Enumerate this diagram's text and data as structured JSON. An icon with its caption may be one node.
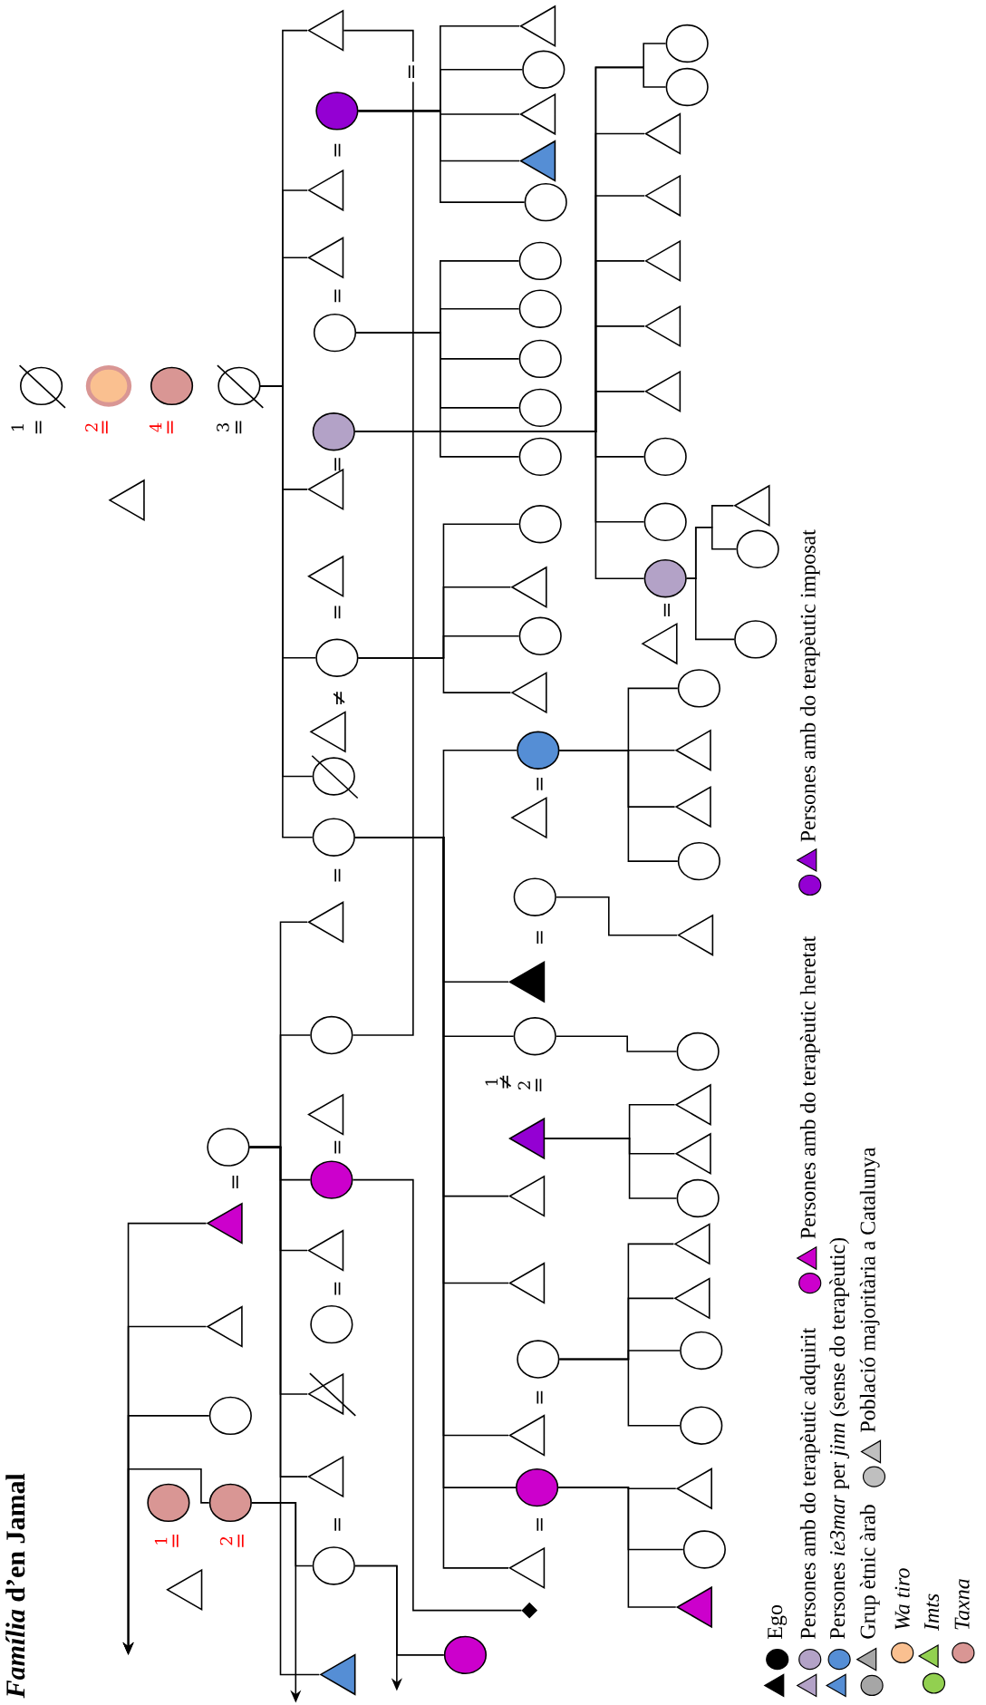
{
  "diagram": {
    "title": "*Família* d’en Jamal",
    "nodes": [
      {
        "text": [],
        "shape": "triangle"
      },
      {
        "text": [],
        "shape": "circle",
        "beside": [
          "1",
          "="
        ]
      },
      {
        "text": [],
        "shape": "circle",
        "beside": [
          "2",
          "="
        ]
      },
      {
        "text": [],
        "shape": "circle",
        "beside": [
          "4",
          "="
        ]
      },
      {
        "text": [],
        "shape": "circle",
        "beside": [
          "3",
          "="
        ]
      },
      {
        "text": [],
        "shape": "triangle"
      },
      {
        "text": [],
        "shape": "circle",
        "beside": [
          "1",
          "="
        ]
      },
      {
        "text": [],
        "shape": "circle",
        "beside": [
          "2",
          "="
        ]
      },
      {
        "text": [],
        "shape": "circle"
      },
      {
        "text": [],
        "shape": "triangle"
      },
      {
        "text": [],
        "shape": "triangle"
      },
      {
        "text": [],
        "shape": "circle",
        "beside": [
          "="
        ]
      },
      {
        "text": [],
        "shape": "triangle"
      },
      {
        "text": [],
        "shape": "circle",
        "beside": [
          "="
        ]
      },
      {
        "text": [],
        "shape": "triangle"
      },
      {
        "text": [],
        "shape": "triangle"
      },
      {
        "text": [],
        "shape": "circle",
        "beside": [
          "="
        ]
      },
      {
        "text": [],
        "shape": "circle"
      },
      {
        "text": [],
        "shape": "triangle",
        "beside": [
          "="
        ]
      },
      {
        "text": [],
        "shape": "triangle",
        "beside": [
          "="
        ]
      },
      {
        "text": [],
        "shape": "circle"
      },
      {
        "text": [],
        "shape": "triangle",
        "beside": [
          "≠"
        ]
      },
      {
        "text": [],
        "shape": "circle"
      },
      {
        "text": [],
        "shape": "circle",
        "beside": [
          "="
        ]
      },
      {
        "text": [],
        "shape": "triangle"
      },
      {
        "text": [],
        "shape": "circle"
      },
      {
        "text": [],
        "shape": "triangle",
        "beside": [
          "="
        ]
      },
      {
        "text": [],
        "shape": "circle"
      },
      {
        "text": [],
        "shape": "triangle"
      },
      {
        "text": [],
        "shape": "circle",
        "beside": [
          "="
        ]
      },
      {
        "text": [],
        "shape": "triangle"
      },
      {
        "text": [],
        "shape": "triangle"
      },
      {
        "text": [],
        "shape": "circle",
        "beside": [
          "="
        ]
      },
      {
        "text": [],
        "shape": "triangle"
      },
      {
        "text": [],
        "shape": "circle"
      },
      {
        "text": [],
        "shape": "triangle"
      },
      {
        "text": [],
        "shape": "circle"
      },
      {
        "text": [],
        "shape": "triangle"
      },
      {
        "text": [],
        "shape": "triangle"
      },
      {
        "text": [],
        "shape": "circle"
      },
      {
        "text": [],
        "shape": "circle"
      },
      {
        "text": [],
        "shape": "circle"
      },
      {
        "text": [],
        "shape": "circle"
      },
      {
        "text": [],
        "shape": "circle"
      },
      {
        "text": [],
        "shape": "circle"
      },
      {
        "text": [],
        "shape": "circle"
      },
      {
        "text": [],
        "shape": "triangle"
      },
      {
        "text": [],
        "shape": "circle"
      },
      {
        "text": [],
        "shape": "triangle"
      },
      {
        "text": [],
        "shape": "circle"
      },
      {
        "text": [],
        "shape": "triangle",
        "beside": [
          "="
        ]
      },
      {
        "text": [],
        "shape": "circle",
        "beside": [
          "="
        ]
      },
      {
        "text": [],
        "shape": "triangle"
      },
      {
        "text": [],
        "shape": "circle",
        "beside": [
          "1",
          "≠",
          "2",
          "="
        ]
      },
      {
        "text": [],
        "shape": "triangle"
      },
      {
        "text": [],
        "shape": "triangle"
      },
      {
        "text": [],
        "shape": "triangle"
      },
      {
        "text": [],
        "shape": "circle",
        "beside": [
          "="
        ]
      },
      {
        "text": [],
        "shape": "triangle"
      },
      {
        "text": [],
        "shape": "circle",
        "beside": [
          "="
        ]
      },
      {
        "text": [],
        "shape": "triangle"
      },
      {
        "text": [],
        "shape": "diamond"
      },
      {
        "text": [],
        "shape": "circle"
      },
      {
        "text": [],
        "shape": "circle"
      },
      {
        "text": [],
        "shape": "triangle"
      },
      {
        "text": [],
        "shape": "triangle"
      },
      {
        "text": [],
        "shape": "triangle"
      },
      {
        "text": [],
        "shape": "triangle"
      },
      {
        "text": [],
        "shape": "triangle"
      },
      {
        "text": [],
        "shape": "circle"
      },
      {
        "text": [],
        "shape": "circle"
      },
      {
        "text": [],
        "shape": "circle"
      },
      {
        "text": [],
        "shape": "triangle",
        "beside": [
          "="
        ]
      },
      {
        "text": [],
        "shape": "triangle"
      },
      {
        "text": [],
        "shape": "circle"
      },
      {
        "text": [],
        "shape": "circle"
      },
      {
        "text": [],
        "shape": "circle"
      },
      {
        "text": [],
        "shape": "triangle"
      },
      {
        "text": [],
        "shape": "triangle"
      },
      {
        "text": [],
        "shape": "circle"
      },
      {
        "text": [],
        "shape": "triangle"
      },
      {
        "text": [],
        "shape": "circle"
      },
      {
        "text": [],
        "shape": "triangle"
      },
      {
        "text": [],
        "shape": "triangle"
      },
      {
        "text": [],
        "shape": "circle"
      },
      {
        "text": [],
        "shape": "triangle"
      },
      {
        "text": [],
        "shape": "triangle"
      },
      {
        "text": [],
        "shape": "circle"
      },
      {
        "text": [],
        "shape": "circle"
      },
      {
        "text": [],
        "shape": "triangle"
      },
      {
        "text": [],
        "shape": "circle"
      },
      {
        "text": [],
        "shape": "triangle"
      }
    ],
    "edges": [
      {
        "from": 4,
        "to": 12,
        "arrow": "none"
      },
      {
        "from": 4,
        "to": 14,
        "arrow": "none"
      },
      {
        "from": 4,
        "to": 15,
        "arrow": "none"
      },
      {
        "from": 4,
        "to": 18,
        "arrow": "none"
      },
      {
        "from": 4,
        "to": 20,
        "arrow": "none"
      },
      {
        "from": 4,
        "to": 22,
        "arrow": "none"
      },
      {
        "from": 4,
        "to": 23,
        "arrow": "none"
      },
      {
        "from": 11,
        "to": 24,
        "arrow": "none"
      },
      {
        "from": 11,
        "to": 25,
        "arrow": "none"
      },
      {
        "from": 11,
        "to": 27,
        "arrow": "none"
      },
      {
        "from": 11,
        "to": 28,
        "arrow": "none"
      },
      {
        "from": 11,
        "to": 30,
        "arrow": "none"
      },
      {
        "from": 11,
        "to": 31,
        "arrow": "none"
      },
      {
        "from": 11,
        "to": 33,
        "arrow": "none"
      },
      {
        "from": 10,
        "to": null,
        "arrow": "to"
      },
      {
        "from": 9,
        "to": null,
        "arrow": "to"
      },
      {
        "from": 8,
        "to": null,
        "arrow": "to"
      },
      {
        "from": 7,
        "to": null,
        "arrow": "to"
      },
      {
        "from": 7,
        "to": 32,
        "arrow": "none"
      },
      {
        "from": 7,
        "to": null,
        "arrow": "to"
      },
      {
        "from": 12,
        "to": 25,
        "arrow": "none",
        "label": "="
      },
      {
        "from": 13,
        "to": 35,
        "arrow": "none"
      },
      {
        "from": 13,
        "to": 36,
        "arrow": "none"
      },
      {
        "from": 13,
        "to": 37,
        "arrow": "none"
      },
      {
        "from": 13,
        "to": 38,
        "arrow": "none"
      },
      {
        "from": 13,
        "to": 39,
        "arrow": "none"
      },
      {
        "from": 16,
        "to": 40,
        "arrow": "none"
      },
      {
        "from": 16,
        "to": 41,
        "arrow": "none"
      },
      {
        "from": 16,
        "to": 42,
        "arrow": "none"
      },
      {
        "from": 16,
        "to": 43,
        "arrow": "none"
      },
      {
        "from": 16,
        "to": 44,
        "arrow": "none"
      },
      {
        "from": 17,
        "to": 62,
        "arrow": "none"
      },
      {
        "from": 17,
        "to": 63,
        "arrow": "none"
      },
      {
        "from": 17,
        "to": 64,
        "arrow": "none"
      },
      {
        "from": 17,
        "to": 65,
        "arrow": "none"
      },
      {
        "from": 17,
        "to": 66,
        "arrow": "none"
      },
      {
        "from": 17,
        "to": 67,
        "arrow": "none"
      },
      {
        "from": 17,
        "to": 68,
        "arrow": "none"
      },
      {
        "from": 17,
        "to": 69,
        "arrow": "none"
      },
      {
        "from": 17,
        "to": 70,
        "arrow": "none"
      },
      {
        "from": 17,
        "to": 71,
        "arrow": "none"
      },
      {
        "from": 20,
        "to": 45,
        "arrow": "none"
      },
      {
        "from": 20,
        "to": 46,
        "arrow": "none"
      },
      {
        "from": 20,
        "to": 47,
        "arrow": "none"
      },
      {
        "from": 20,
        "to": 48,
        "arrow": "none"
      },
      {
        "from": 23,
        "to": 49,
        "arrow": "none"
      },
      {
        "from": 23,
        "to": 52,
        "arrow": "none"
      },
      {
        "from": 23,
        "to": 53,
        "arrow": "none"
      },
      {
        "from": 23,
        "to": 55,
        "arrow": "none"
      },
      {
        "from": 23,
        "to": 56,
        "arrow": "none"
      },
      {
        "from": 23,
        "to": 58,
        "arrow": "none"
      },
      {
        "from": 23,
        "to": 59,
        "arrow": "none"
      },
      {
        "from": 23,
        "to": 60,
        "arrow": "none"
      },
      {
        "from": 27,
        "to": 61,
        "arrow": "none"
      },
      {
        "from": 32,
        "to": 34,
        "arrow": "none"
      },
      {
        "from": 32,
        "to": null,
        "arrow": "to"
      },
      {
        "from": 49,
        "to": 76,
        "arrow": "none"
      },
      {
        "from": 49,
        "to": 77,
        "arrow": "none"
      },
      {
        "from": 49,
        "to": 78,
        "arrow": "none"
      },
      {
        "from": 49,
        "to": 79,
        "arrow": "none"
      },
      {
        "from": 51,
        "to": 80,
        "arrow": "none"
      },
      {
        "from": 53,
        "to": 81,
        "arrow": "none"
      },
      {
        "from": 54,
        "to": 82,
        "arrow": "none"
      },
      {
        "from": 54,
        "to": 83,
        "arrow": "none"
      },
      {
        "from": 54,
        "to": 84,
        "arrow": "none"
      },
      {
        "from": 57,
        "to": 85,
        "arrow": "none"
      },
      {
        "from": 57,
        "to": 86,
        "arrow": "none"
      },
      {
        "from": 57,
        "to": 87,
        "arrow": "none"
      },
      {
        "from": 57,
        "to": 88,
        "arrow": "none"
      },
      {
        "from": 59,
        "to": 89,
        "arrow": "none"
      },
      {
        "from": 59,
        "to": 90,
        "arrow": "none"
      },
      {
        "from": 59,
        "to": 91,
        "arrow": "none"
      },
      {
        "from": 71,
        "to": 73,
        "arrow": "none"
      },
      {
        "from": 71,
        "to": 74,
        "arrow": "none"
      },
      {
        "from": 71,
        "to": 75,
        "arrow": "none"
      }
    ],
    "legend": [
      {
        "text": "Ego",
        "color": "#000000"
      },
      {
        "text": "Persones amb do terapèutic adquirit",
        "color": "#b3a2c7"
      },
      {
        "text": "Persones amb do terapèutic heretat",
        "color": "#cc00cc"
      },
      {
        "text": "Persones amb do terapèutic imposat",
        "color": "#9400d3"
      },
      {
        "text": "Persones *ie3mar* per *jinn* (sense do terapèutic)",
        "color": "#558ed5"
      },
      {
        "text": "Grup ètnic àrab",
        "color": "#a6a6a6"
      },
      {
        "text": "Població majoritària a Catalunya",
        "color": "#bfbfbf"
      },
      {
        "text": "Wa tiro",
        "color": "#fac090"
      },
      {
        "text": "Imts",
        "color": "#92d050"
      },
      {
        "text": "Taxna",
        "color": "#d99694"
      }
    ]
  }
}
